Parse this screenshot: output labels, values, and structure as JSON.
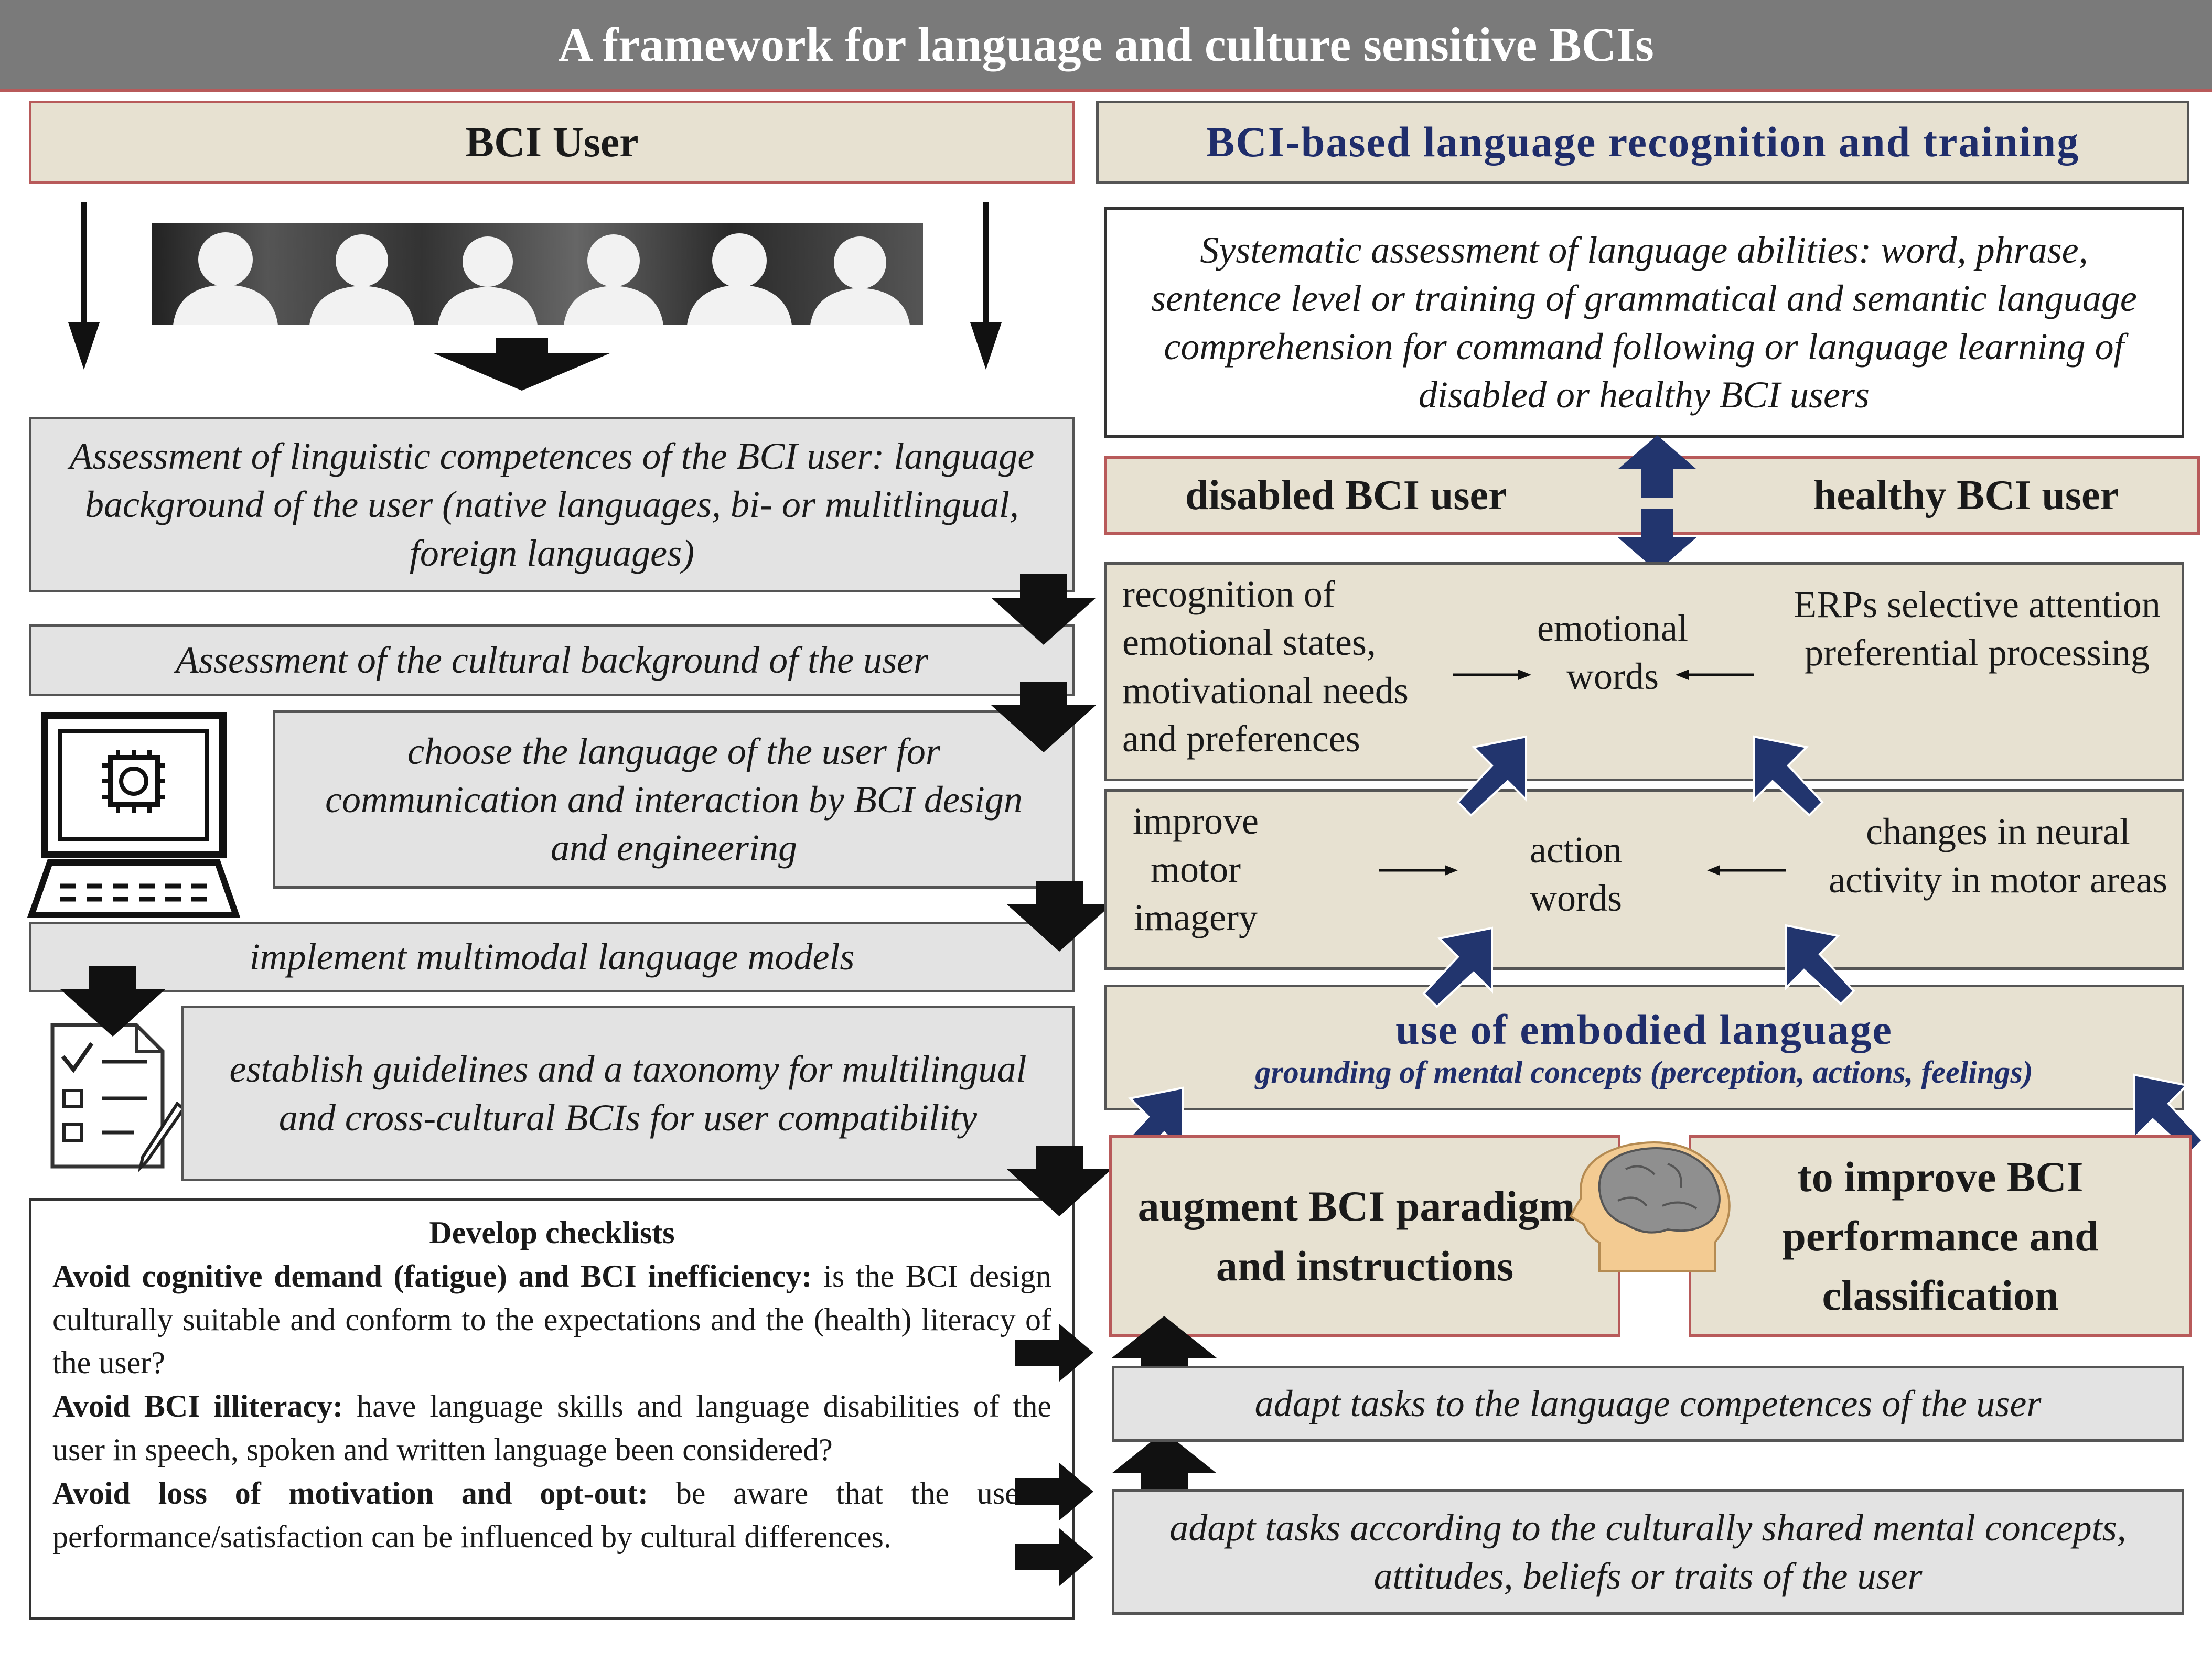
{
  "title": "A framework for language and culture sensitive BCIs",
  "left": {
    "header": "BCI User",
    "assess_linguistic": "Assessment of linguistic competences of the BCI user: language background of the user (native languages, bi- or mulitlingual, foreign languages)",
    "assess_cultural": "Assessment of the cultural background of the user",
    "choose_language": "choose the language of the user for communication and interaction by BCI design and engineering",
    "implement_models": "implement multimodal language models",
    "guidelines": "establish guidelines and a taxonomy for multilingual and cross-cultural BCIs for user compatibility",
    "checklist": {
      "title": "Develop checklists",
      "items": [
        {
          "label": "Avoid cognitive demand (fatigue) and BCI inefficiency:",
          "text": " is the BCI design culturally suitable and conform to the expectations and the (health) literacy of the user?"
        },
        {
          "label": "Avoid BCI illiteracy:",
          "text": " have language skills and language disabilities of the user in speech, spoken and written language been considered?"
        },
        {
          "label": "Avoid loss of motivation and opt-out:",
          "text": " be aware that the user’s performance/satisfaction can be influenced by cultural differences."
        }
      ]
    }
  },
  "right": {
    "header": "BCI-based language recognition and training",
    "systematic": "Systematic assessment of language abilities: word, phrase, sentence level or training of grammatical and semantic language comprehension for command following or language learning of disabled or healthy BCI users",
    "disabled": "disabled BCI user",
    "healthy": "healthy BCI user",
    "emotional": {
      "left": "recognition of emotional states, motivational needs and preferences",
      "center": "emotional words",
      "right": "ERPs selective attention preferential processing"
    },
    "action": {
      "left": "improve motor imagery",
      "center": "action words",
      "right": "changes in neural activity in motor areas"
    },
    "embodied": {
      "title": "use of embodied language",
      "subtitle": "grounding of mental concepts (perception, actions, feelings)"
    },
    "augment": "augment BCI paradigms and instructions",
    "improve": "to improve BCI performance and classification",
    "adapt_language": "adapt tasks to the language competences of the user",
    "adapt_culture": "adapt tasks according to the culturally shared mental concepts, attitudes, beliefs or traits of the user"
  },
  "colors": {
    "title_bar": "#7a7a7a",
    "tan": "#e7e1d1",
    "grey_box": "#e3e3e3",
    "border_red": "#b85a5a",
    "header_blue": "#1f2d6b",
    "arrow_blue": "#22356e"
  },
  "icons": [
    "person-silhouette-icon",
    "computer-chip-icon",
    "checklist-icon",
    "head-brain-icon"
  ]
}
